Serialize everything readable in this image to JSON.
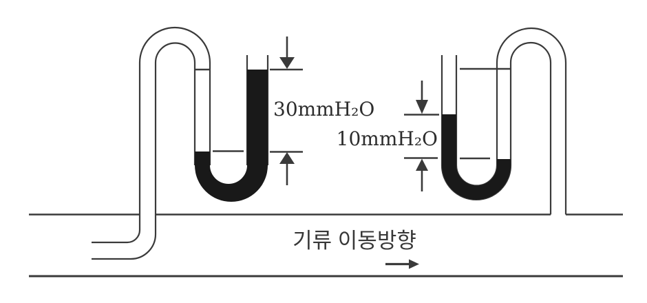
{
  "colors": {
    "background": "#ffffff",
    "line": "#3a3a3a",
    "fluid": "#191919",
    "reading_text": "#2d2d2d",
    "flow_text": "#383838"
  },
  "labels": {
    "left_reading": "30mmH₂O",
    "right_reading": "10mmH₂O",
    "flow_direction": "기류 이동방향"
  }
}
